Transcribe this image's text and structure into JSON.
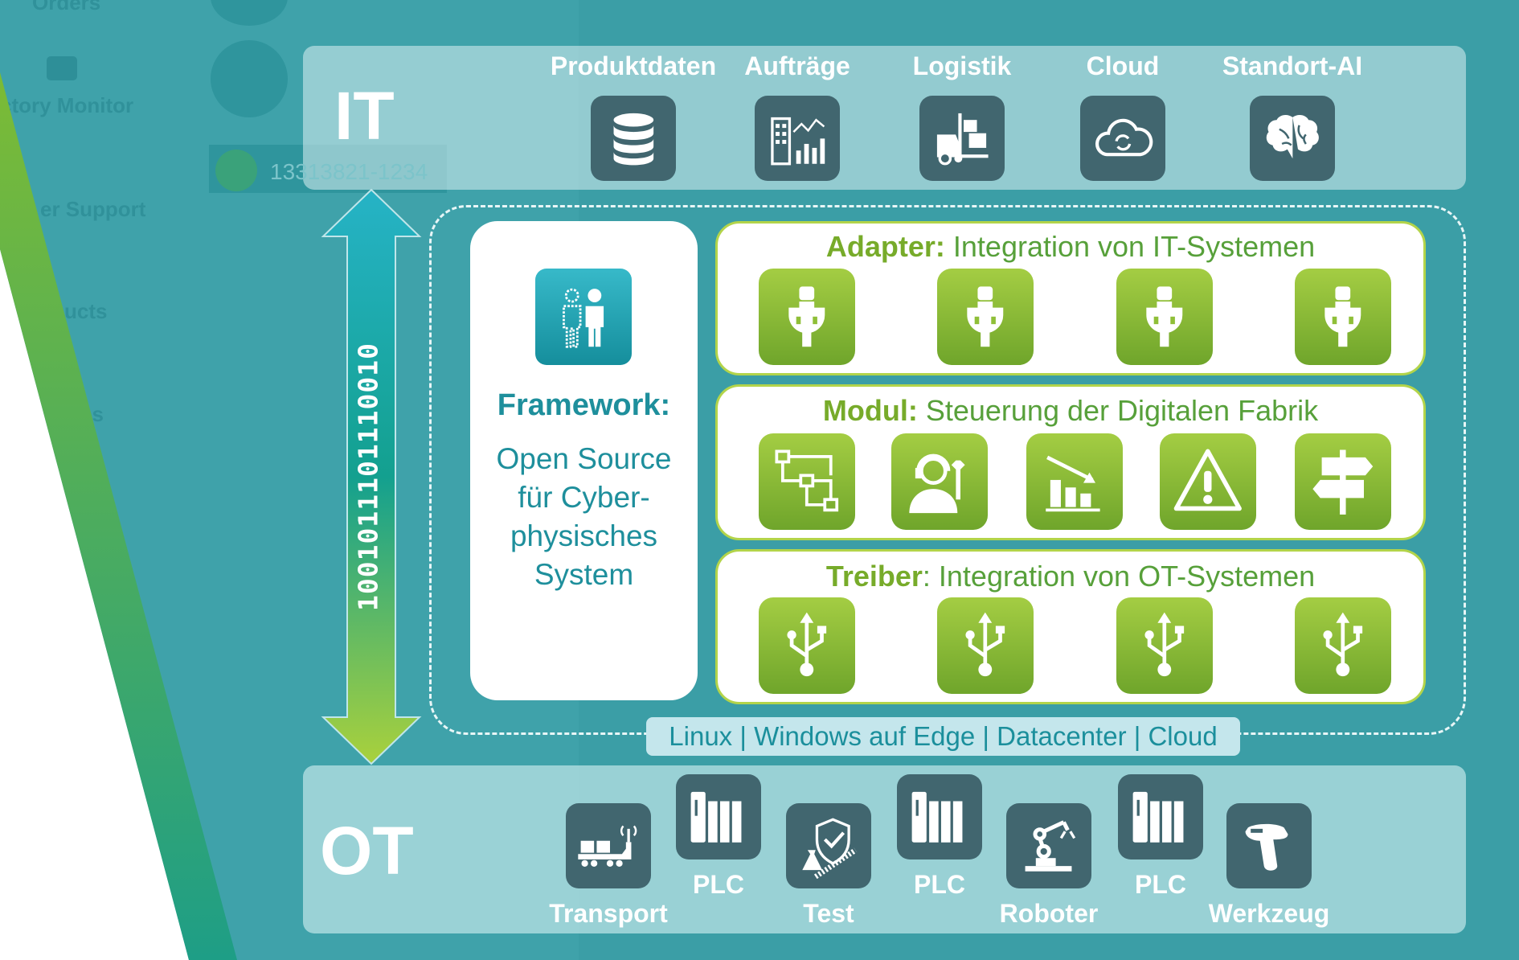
{
  "background_app": {
    "sidebar_items": [
      "Orders",
      "ctory Monitor",
      "er Support",
      "ucts",
      "es"
    ],
    "id_chip": "13313821-1234"
  },
  "it": {
    "label": "IT",
    "items": [
      {
        "label": "Produktdaten",
        "icon": "database-icon"
      },
      {
        "label": "Aufträge",
        "icon": "orders-chart-icon"
      },
      {
        "label": "Logistik",
        "icon": "forklift-icon"
      },
      {
        "label": "Cloud",
        "icon": "cloud-sync-icon"
      },
      {
        "label": "Standort-AI",
        "icon": "brain-icon"
      }
    ]
  },
  "arrow": {
    "binary": "1001011101110010"
  },
  "framework": {
    "icon": "people-icon",
    "title": "Framework:",
    "lines": [
      "Open Source",
      "für Cyber-",
      "physisches",
      "System"
    ]
  },
  "adapter": {
    "title_bold": "Adapter:",
    "title_rest": " Integration von IT-Systemen",
    "icon": "plug-icon",
    "count": 4
  },
  "modul": {
    "title_bold": "Modul:",
    "title_rest": " Steuerung der Digitalen Fabrik",
    "icons": [
      "workflow-icon",
      "support-agent-icon",
      "bar-chart-down-icon",
      "warning-icon",
      "signpost-icon"
    ]
  },
  "treiber": {
    "title_bold": "Treiber",
    "title_rest": ": Integration von OT-Systemen",
    "icon": "usb-icon",
    "count": 4
  },
  "platform": "Linux | Windows auf Edge | Datacenter | Cloud",
  "ot": {
    "label": "OT",
    "items": [
      {
        "label": "Transport",
        "icon": "transport-vehicle-icon"
      },
      {
        "label": "PLC",
        "icon": "plc-icon"
      },
      {
        "label": "Test",
        "icon": "test-shield-icon"
      },
      {
        "label": "PLC",
        "icon": "plc-icon"
      },
      {
        "label": "Roboter",
        "icon": "robot-arm-icon"
      },
      {
        "label": "PLC",
        "icon": "plc-icon"
      },
      {
        "label": "Werkzeug",
        "icon": "scanner-tool-icon"
      }
    ]
  },
  "colors": {
    "background": "#3b9ea6",
    "green": "#8dbf36",
    "slate": "#41666f",
    "teal_text": "#1e8f9c"
  }
}
